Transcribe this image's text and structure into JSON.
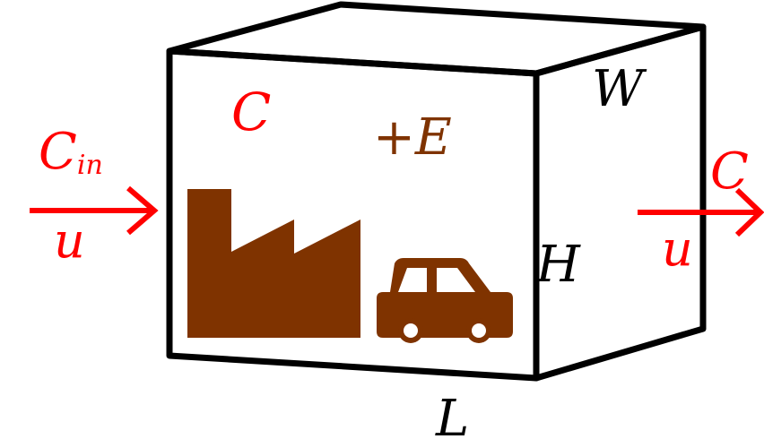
{
  "labels": {
    "concentration_inside": "C",
    "emission": "+E",
    "inflow_concentration": "C",
    "inflow_concentration_subscript": "in",
    "inflow_velocity": "u",
    "outflow_concentration": "C",
    "outflow_velocity": "u",
    "width": "W",
    "height": "H",
    "length": "L"
  },
  "icons": {
    "factory": "factory-icon",
    "car": "car-icon"
  },
  "colors": {
    "box_stroke": "#000000",
    "flow_red": "#ff0000",
    "source_brown": "#7f3300",
    "background": "#ffffff"
  }
}
